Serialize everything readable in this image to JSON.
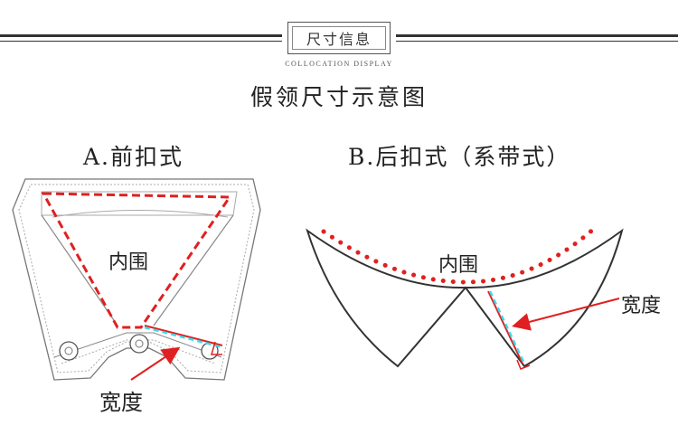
{
  "header": {
    "title": "尺寸信息",
    "subtitle": "COLLOCATION DISPLAY"
  },
  "main_title": "假领尺寸示意图",
  "collar_a": {
    "label": "A.前扣式",
    "inner_label": "内围",
    "width_label": "宽度"
  },
  "collar_b": {
    "label": "B.后扣式（系带式）",
    "inner_label": "内围",
    "width_label": "宽度"
  },
  "colors": {
    "measure_red": "#e02020",
    "measure_cyan": "#40d8e8",
    "outline": "#333333",
    "stitch": "#999999"
  }
}
